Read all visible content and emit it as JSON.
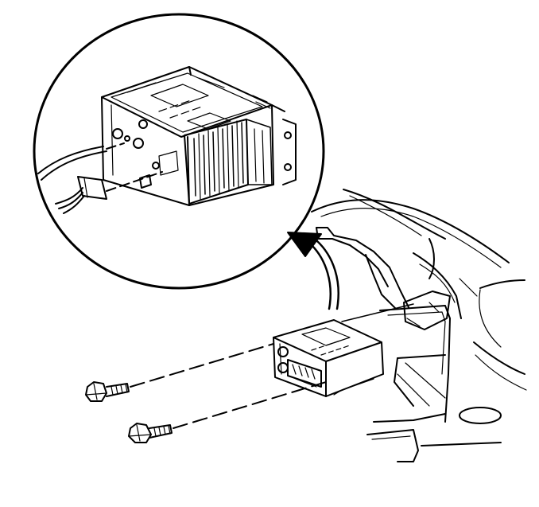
{
  "diagram": {
    "type": "technical-line-illustration",
    "subject": "radio-removal",
    "colors": {
      "line": "#000000",
      "background": "#ffffff"
    },
    "parts": [
      "detail-circle",
      "radio-chassis-detail",
      "heat-sink",
      "antenna-cable",
      "wiring-connector",
      "instrument-panel-carrier",
      "radio-receiver",
      "mounting-bolt-upper",
      "mounting-bolt-lower",
      "detail-arrow"
    ]
  }
}
